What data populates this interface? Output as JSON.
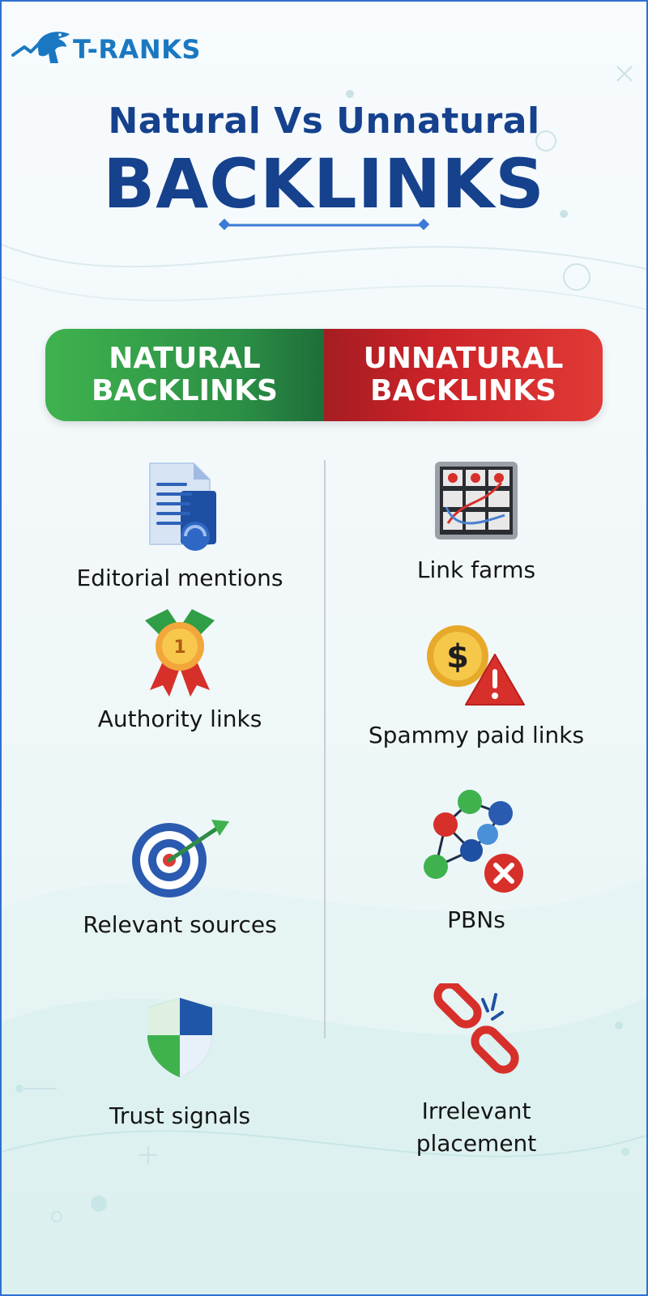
{
  "logo": {
    "text": "T-RANKS",
    "icon": "dinosaur-logo-icon",
    "color": "#1a78c2"
  },
  "title": {
    "line1": "Natural Vs Unnatural",
    "line2": "BACKLINKS",
    "color": "#15418d"
  },
  "header": {
    "natural": {
      "line1": "NATURAL",
      "line2": "BACKLINKS",
      "color": "#3fb24e"
    },
    "unnatural": {
      "line1": "UNNATURAL",
      "line2": "BACKLINKS",
      "color": "#d72b2e"
    }
  },
  "natural_items": [
    {
      "label": "Editorial mentions",
      "icon": "document-icon"
    },
    {
      "label": "Authority links",
      "icon": "award-ribbon-icon"
    },
    {
      "label": "Relevant sources",
      "icon": "target-arrow-icon"
    },
    {
      "label": "Trust signals",
      "icon": "shield-icon"
    }
  ],
  "unnatural_items": [
    {
      "label": "Link farms",
      "icon": "link-farm-grid-icon"
    },
    {
      "label": "Spammy paid links",
      "icon": "dollar-warning-icon"
    },
    {
      "label": "PBNs",
      "icon": "network-x-icon"
    },
    {
      "label": "Irrelevant placement",
      "label_line1": "Irrelevant",
      "label_line2": "placement",
      "icon": "broken-link-icon"
    }
  ]
}
